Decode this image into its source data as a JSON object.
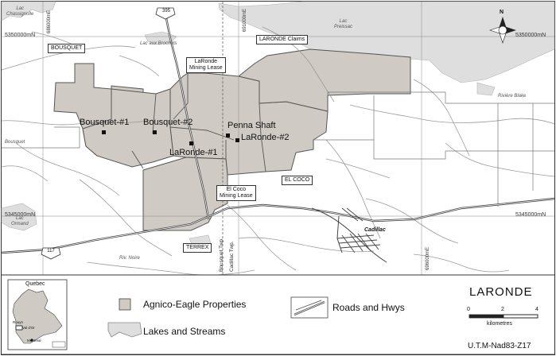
{
  "map": {
    "title": "LARONDE",
    "projection": "U.T.M-Nad83-Z17",
    "colors": {
      "property": "#cfcbc4",
      "lake": "#dedede",
      "road": "#444444",
      "stream": "#9a9a9a",
      "boundary": "#555555"
    },
    "coordinates": {
      "north_left": "5350000mN",
      "north_right": "5350000mN",
      "south_left": "5345000mN",
      "south_right": "5345000mN",
      "east_a": "686000mE",
      "east_b": "691000mE",
      "east_c": "696000mE"
    },
    "claim_labels": {
      "bousquet": "BOUSQUET",
      "laronde_claims": "LARONDE Claims",
      "laronde_lease_1": "LaRonde",
      "laronde_lease_2": "Mining Lease",
      "el_coco": "EL COCO",
      "elcoco_lease_1": "El Coco",
      "elcoco_lease_2": "Mining Lease",
      "terrex": "TERREX"
    },
    "mines": {
      "bousquet1": "Bousquet-#1",
      "bousquet2": "Bousquet-#2",
      "penna": "Penna Shaft",
      "laronde2": "LaRonde-#2",
      "laronde1": "LaRonde-#1"
    },
    "places": {
      "cadillac": "Cadillac",
      "highway_395": "395",
      "highway_117": "117"
    },
    "water_labels": {
      "chassignolle_1": "Lac",
      "chassignolle_2": "Chassignolle",
      "brochets": "Lac aux Brochets",
      "preissac_1": "Lac",
      "preissac_2": "Preissac",
      "cadillac_river": "Rivière Blake",
      "bousquet_river": "Bousquet",
      "ormand_1": "Lac",
      "ormand_2": "Ormand",
      "noire": "Riv. Noire"
    },
    "township": {
      "bousquet": "Bousquet Twp.",
      "cadillac": "Cadillac Twp."
    },
    "compass": "N",
    "inset": {
      "label": "Quebec",
      "rouyn": "Rouyn",
      "valdor": "Val d'Or",
      "montreal": "Montreal"
    },
    "legend": {
      "properties": "Agnico-Eagle Properties",
      "lakes": "Lakes and Streams",
      "roads": "Roads and Hwys",
      "scale_min": "0",
      "scale_mid": "2",
      "scale_max": "4",
      "scale_unit": "kilometres"
    }
  }
}
